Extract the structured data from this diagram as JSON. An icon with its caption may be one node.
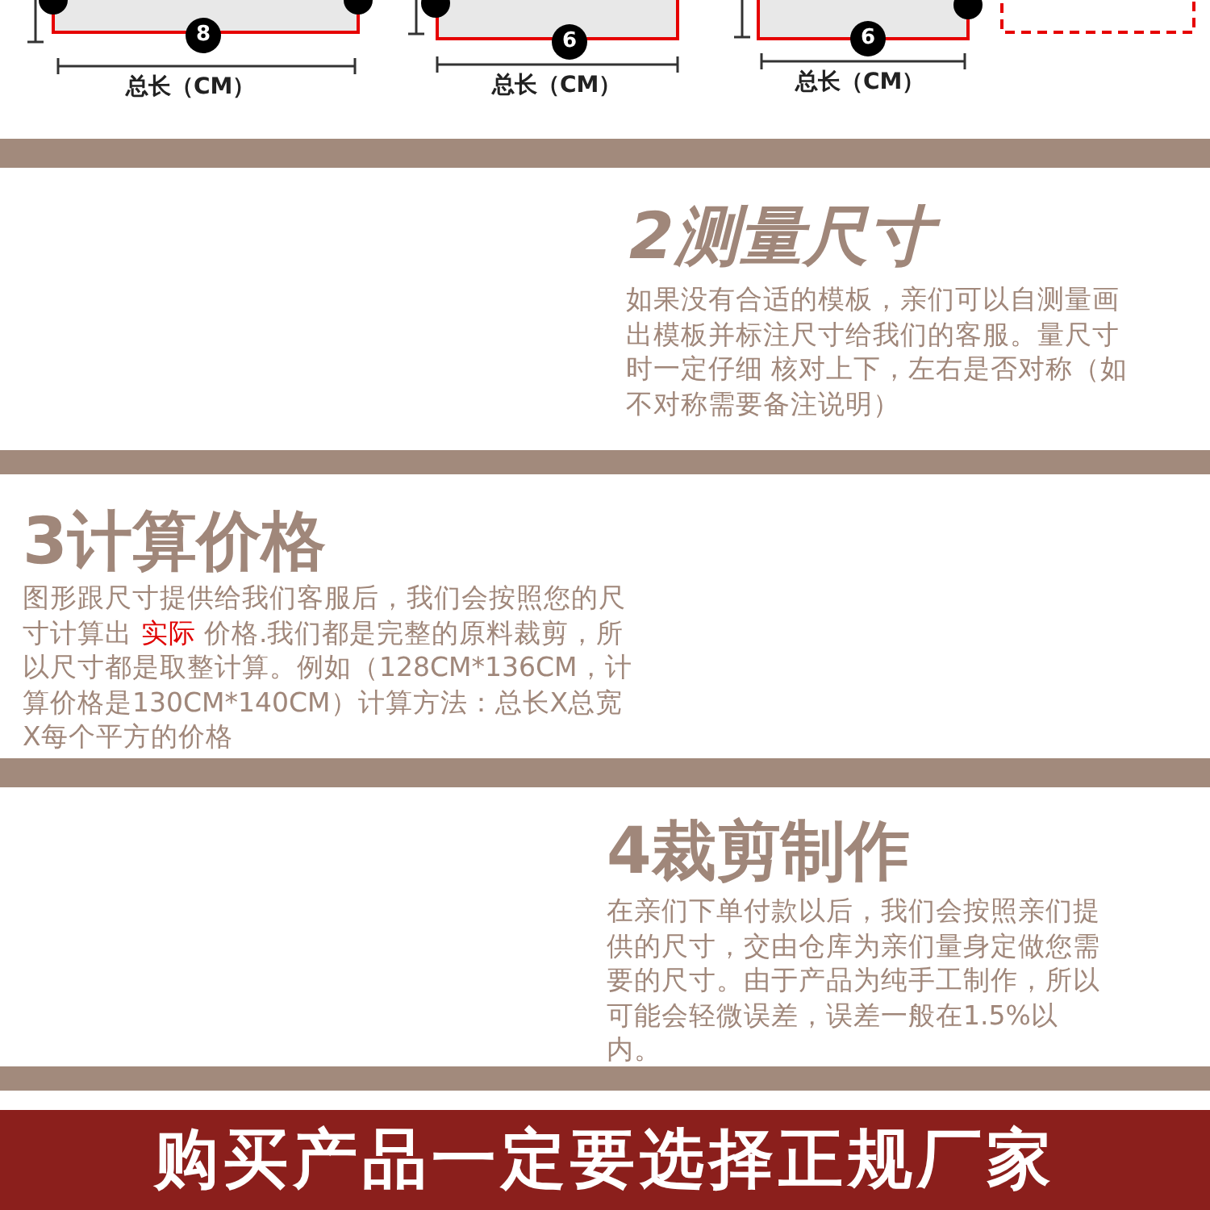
{
  "diagram": {
    "nodes": [
      {
        "text": [],
        "shape": "box"
      },
      {
        "text": [],
        "shape": "box"
      },
      {
        "text": [],
        "shape": "box"
      },
      {
        "text": [],
        "shape": "box"
      },
      {
        "text": [],
        "shape": "bar"
      },
      {
        "text": [],
        "shape": "bar"
      },
      {
        "text": [],
        "shape": "bar"
      },
      {
        "text": [],
        "shape": "bar"
      }
    ],
    "labels": [
      "8",
      "总长（CM）",
      "6",
      "总长（CM）",
      "6",
      "总长（CM）",
      "2测量尺寸",
      "如果没有合适的模板，亲们可以自测量画出模板并标注尺寸给我们的客服。量尺寸时一定仔细 核对上下，左右是否对称（如不对称需要备注说明）",
      "3计算价格",
      "图形跟尺寸提供给我们客服后，我们会按照您的尺寸计算出 **实际** 价格.我们都是完整的原料裁剪，所以尺寸都是取整计算。例如（128CM*136CM，计算价格是130CM*140CM）计算方法：总长X总宽X每个平方的价格",
      "4裁剪制作",
      "在亲们下单付款以后，我们会按照亲们提供的尺寸，交由仓库为亲们量身定做您需要的尺寸。由于产品为纯手工制作，所以可能会轻微误差，误差一般在1.5%以内。",
      "购买产品一定要选择正规厂家"
    ]
  }
}
